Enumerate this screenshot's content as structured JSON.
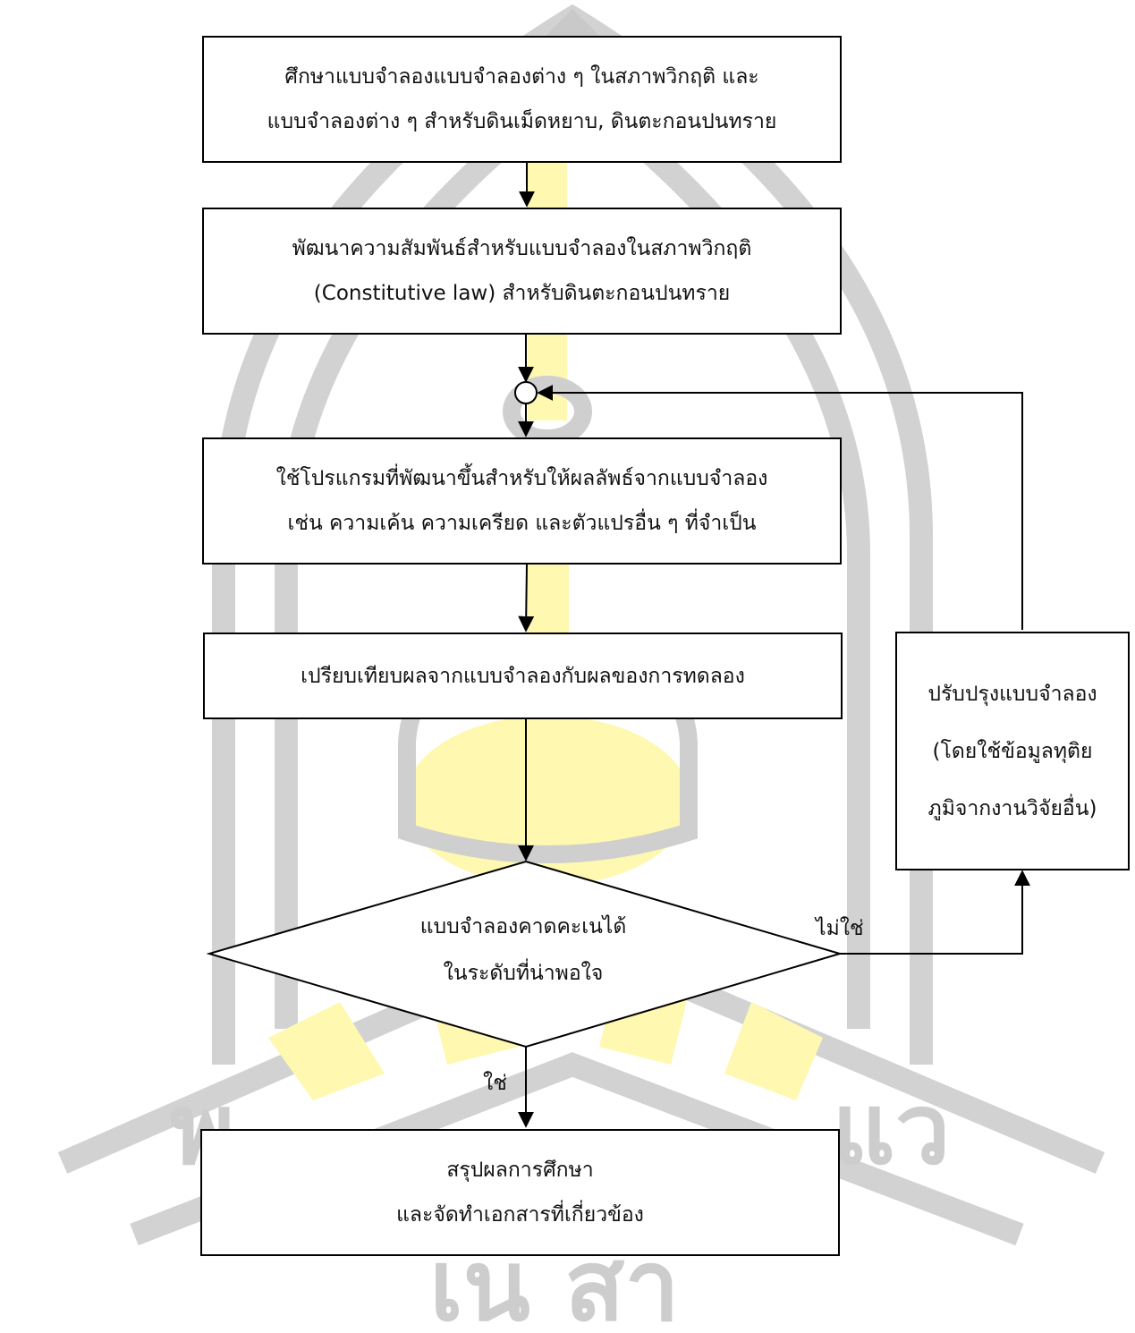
{
  "boxes": {
    "b1": [
      "ศึกษาแบบจำลองแบบจำลองต่าง ๆ ในสภาพวิกฤติ และ",
      "แบบจำลองต่าง ๆ สำหรับดินเม็ดหยาบ, ดินตะกอนปนทราย"
    ],
    "b2": [
      "พัฒนาความสัมพันธ์สำหรับแบบจำลองในสภาพวิกฤติ",
      "(Constitutive law) สำหรับดินตะกอนปนทราย"
    ],
    "b3": [
      "ใช้โปรแกรมที่พัฒนาขึ้นสำหรับให้ผลลัพธ์จากแบบจำลอง",
      "เช่น ความเค้น ความเครียด และตัวแปรอื่น ๆ ที่จำเป็น"
    ],
    "b4": [
      "เปรียบเทียบผลจากแบบจำลองกับผลของการทดลอง"
    ],
    "b5": [
      "ปรับปรุงแบบจำลอง",
      "(โดยใช้ข้อมูลทุติย",
      "ภูมิจากงานวิจัยอื่น)"
    ],
    "b6": [
      "สรุปผลการศึกษา",
      "และจัดทำเอกสารที่เกี่ยวข้อง"
    ]
  },
  "decision": [
    "แบบจำลองคาดคะเนได้",
    "ในระดับที่น่าพอใจ"
  ],
  "labels": {
    "no": "ไม่ใช่",
    "yes": "ใช่"
  }
}
